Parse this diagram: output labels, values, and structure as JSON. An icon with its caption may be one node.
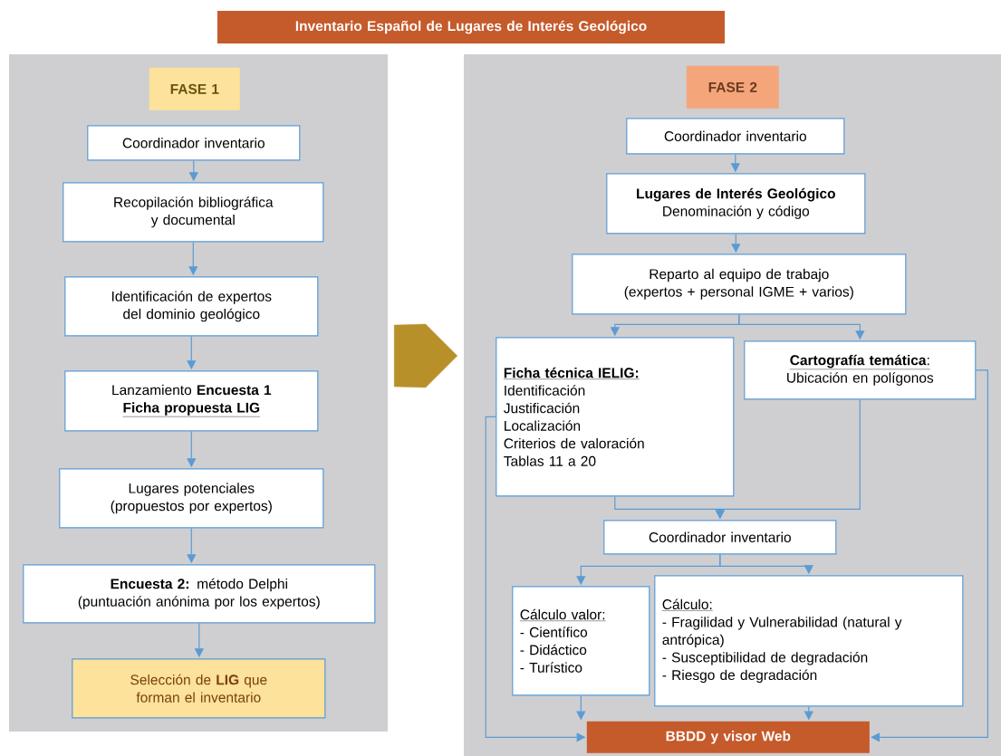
{
  "diagram": {
    "nodes": [
      {
        "text": [
          "Inventario Español de Lugares de Interés Geológico"
        ]
      },
      {
        "text": [],
        "shape": "box"
      },
      {
        "text": [
          "FASE 1"
        ],
        "in": 1
      },
      {
        "text": [
          "Coordinador inventario"
        ],
        "in": 1
      },
      {
        "text": [
          "Recopilación bibliográfica y documental"
        ],
        "in": 1
      },
      {
        "text": [
          "Identificación de expertos del dominio geológico"
        ],
        "in": 1
      },
      {
        "text": [
          "Lanzamiento **Encuesta 1**",
          "Ficha propuesta LIG"
        ],
        "in": 1
      },
      {
        "text": [
          "Lugares potenciales (propuestos por expertos)"
        ],
        "in": 1
      },
      {
        "text": [
          "**Encuesta 2:** método Delphi (puntuación anónima por los expertos)"
        ],
        "in": 1
      },
      {
        "text": [
          "Selección de **LIG** que forman el inventario"
        ],
        "in": 1
      },
      {
        "text": [],
        "shape": "box"
      },
      {
        "text": [
          "FASE 2"
        ],
        "in": 10
      },
      {
        "text": [
          "Coordinador inventario"
        ],
        "in": 10
      },
      {
        "text": [
          "Lugares de Interés Geológico",
          "Denominación y código"
        ],
        "in": 10
      },
      {
        "text": [
          "Reparto al equipo de trabajo (expertos + personal IGME + varios)"
        ],
        "in": 10
      },
      {
        "text": [
          "Ficha técnica IELIG:",
          "Identificación",
          "Justificación",
          "Localización",
          "Criterios de valoración",
          "Tablas 11 a 20"
        ],
        "in": 10
      },
      {
        "text": [
          "**Cartografía temática**:",
          "Ubicación en polígonos"
        ],
        "in": 10
      },
      {
        "text": [
          "Coordinador inventario"
        ],
        "in": 10
      },
      {
        "text": [
          "Cálculo valor:",
          "- Científico",
          "- Didáctico",
          "- Turístico"
        ],
        "in": 10
      },
      {
        "text": [
          "Cálculo:",
          "- Fragilidad y Vulnerabilidad (natural y antrópica)",
          "- Susceptibilidad de degradación",
          "- Riesgo de degradación"
        ],
        "in": 10
      },
      {
        "text": [
          "BBDD y visor Web"
        ],
        "in": 10
      }
    ],
    "edges": [
      {
        "from": 3,
        "to": 4,
        "arrow": "to"
      },
      {
        "from": 4,
        "to": 5,
        "arrow": "to"
      },
      {
        "from": 5,
        "to": 6,
        "arrow": "to"
      },
      {
        "from": 6,
        "to": 7,
        "arrow": "to"
      },
      {
        "from": 7,
        "to": 8,
        "arrow": "to"
      },
      {
        "from": 8,
        "to": 9,
        "arrow": "to"
      },
      {
        "from": 1,
        "to": 10,
        "arrow": "to",
        "style": "thick",
        "color": "#b8902a"
      },
      {
        "from": 12,
        "to": 13,
        "arrow": "to"
      },
      {
        "from": 13,
        "to": 14,
        "arrow": "to"
      },
      {
        "from": 14,
        "to": 15,
        "arrow": "to"
      },
      {
        "from": 14,
        "to": 16,
        "arrow": "to"
      },
      {
        "from": 15,
        "to": 17,
        "arrow": "to"
      },
      {
        "from": 16,
        "to": 17,
        "arrow": "to"
      },
      {
        "from": 17,
        "to": 18,
        "arrow": "to"
      },
      {
        "from": 17,
        "to": 19,
        "arrow": "to"
      },
      {
        "from": 15,
        "to": 20,
        "arrow": "to"
      },
      {
        "from": 16,
        "to": 20,
        "arrow": "to"
      },
      {
        "from": 18,
        "to": 20,
        "arrow": "to"
      },
      {
        "from": 19,
        "to": 20,
        "arrow": "to"
      }
    ]
  }
}
